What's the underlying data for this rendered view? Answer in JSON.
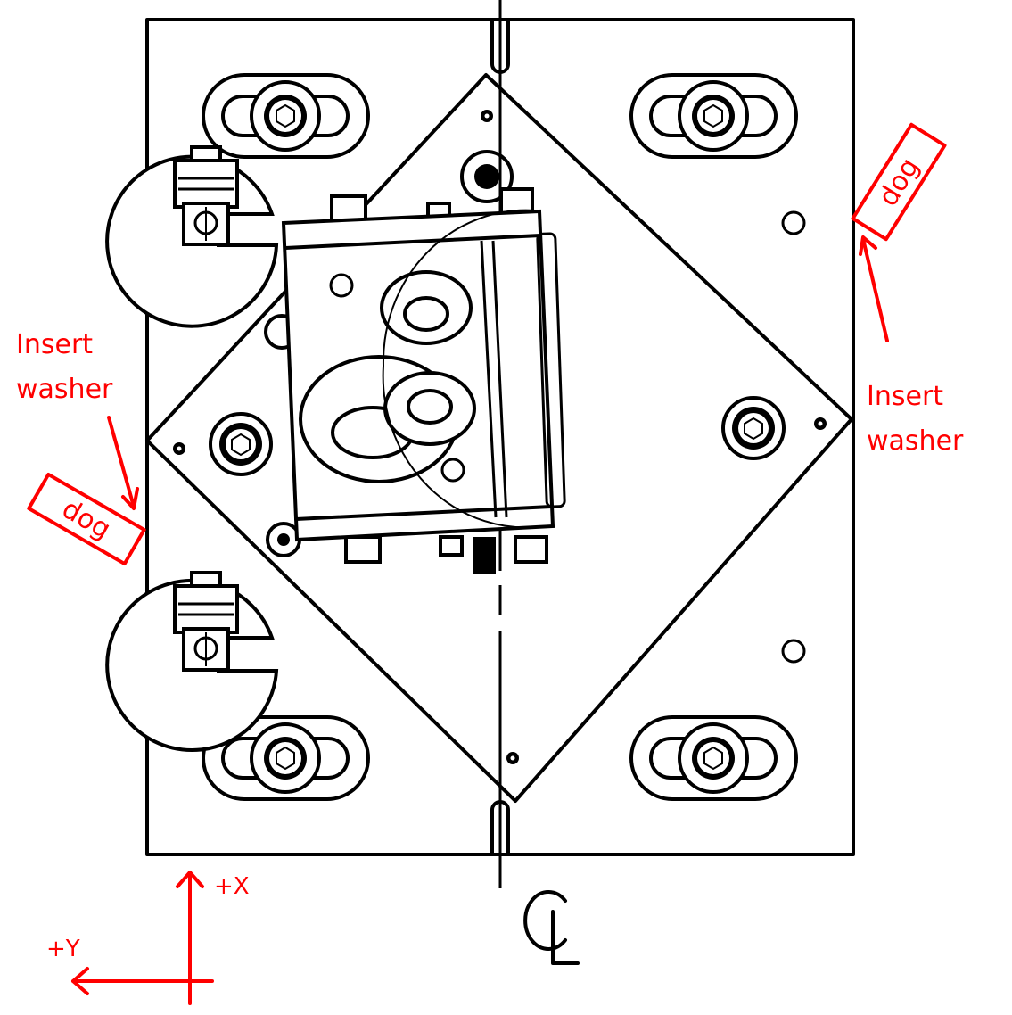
{
  "drawing": {
    "title": "Fixture plate top view",
    "centerline_symbol": "CL",
    "colors": {
      "line": "#000000",
      "annotation": "#ff0000",
      "background": "#ffffff"
    }
  },
  "annotations": {
    "left_instruction": {
      "line1": "Insert",
      "line2": "washer"
    },
    "right_instruction": {
      "line1": "Insert",
      "line2": "washer"
    },
    "left_dog_label": "dog",
    "right_dog_label": "dog"
  },
  "axes": {
    "x_label": "+X",
    "y_label": "+Y"
  },
  "components": [
    {
      "name": "base-plate"
    },
    {
      "name": "diamond-subplate"
    },
    {
      "name": "slotted-clamp-bolt",
      "count": 4
    },
    {
      "name": "toggle-clamp",
      "count": 2
    },
    {
      "name": "workpiece-vise-assembly"
    }
  ]
}
